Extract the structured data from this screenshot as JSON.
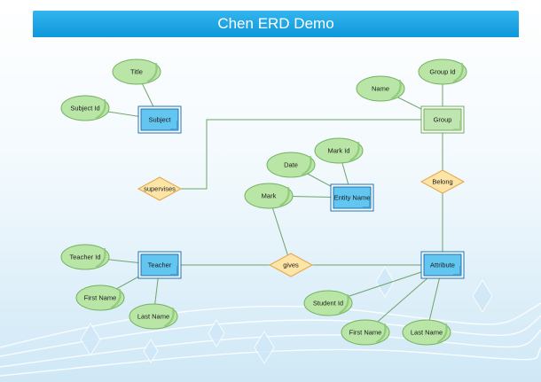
{
  "title": "Chen ERD Demo",
  "colors": {
    "banner": "#1ea6e6",
    "entity_fill": "#63c6f0",
    "entity_stroke": "#1c73b0",
    "group_fill": "#bfe6b0",
    "group_stroke": "#6fae5a",
    "attribute_fill": "#b9e6a6",
    "attribute_stroke": "#74b15f",
    "relationship_fill": "#fde5a8",
    "relationship_stroke": "#e3a84a",
    "line": "#6fa36a"
  },
  "entities": [
    {
      "id": "subject",
      "label": "Subject"
    },
    {
      "id": "group",
      "label": "Group"
    },
    {
      "id": "entity_name",
      "label": "Entity Name"
    },
    {
      "id": "teacher",
      "label": "Teacher"
    },
    {
      "id": "attribute",
      "label": "Attribute"
    }
  ],
  "attributes": [
    {
      "id": "title",
      "label": "Title"
    },
    {
      "id": "subject_id",
      "label": "Subject Id"
    },
    {
      "id": "group_id",
      "label": "Group Id"
    },
    {
      "id": "group_name",
      "label": "Name"
    },
    {
      "id": "mark_id",
      "label": "Mark Id"
    },
    {
      "id": "date",
      "label": "Date"
    },
    {
      "id": "mark",
      "label": "Mark"
    },
    {
      "id": "teacher_id",
      "label": "Teacher Id"
    },
    {
      "id": "teacher_first_name",
      "label": "First Name"
    },
    {
      "id": "teacher_last_name",
      "label": "Last Name"
    },
    {
      "id": "student_id",
      "label": "Student Id"
    },
    {
      "id": "attr_first_name",
      "label": "First Name"
    },
    {
      "id": "attr_last_name",
      "label": "Last Name"
    }
  ],
  "relationships": [
    {
      "id": "supervises",
      "label": "supervises"
    },
    {
      "id": "belong",
      "label": "Belong"
    },
    {
      "id": "gives",
      "label": "gives"
    }
  ],
  "connections": [
    {
      "from": "title",
      "to": "subject"
    },
    {
      "from": "subject_id",
      "to": "subject"
    },
    {
      "from": "group_id",
      "to": "group"
    },
    {
      "from": "group_name",
      "to": "group"
    },
    {
      "from": "mark_id",
      "to": "entity_name"
    },
    {
      "from": "date",
      "to": "entity_name"
    },
    {
      "from": "mark",
      "to": "entity_name"
    },
    {
      "from": "teacher_id",
      "to": "teacher"
    },
    {
      "from": "teacher_first_name",
      "to": "teacher"
    },
    {
      "from": "teacher_last_name",
      "to": "teacher"
    },
    {
      "from": "student_id",
      "to": "attribute"
    },
    {
      "from": "attr_first_name",
      "to": "attribute"
    },
    {
      "from": "attr_last_name",
      "to": "attribute"
    },
    {
      "from": "group",
      "to": "belong"
    },
    {
      "from": "belong",
      "to": "attribute"
    },
    {
      "from": "teacher",
      "to": "gives"
    },
    {
      "from": "gives",
      "to": "attribute"
    },
    {
      "from": "mark",
      "to": "gives"
    },
    {
      "from": "supervises",
      "to": "group",
      "route": "elbow"
    }
  ]
}
